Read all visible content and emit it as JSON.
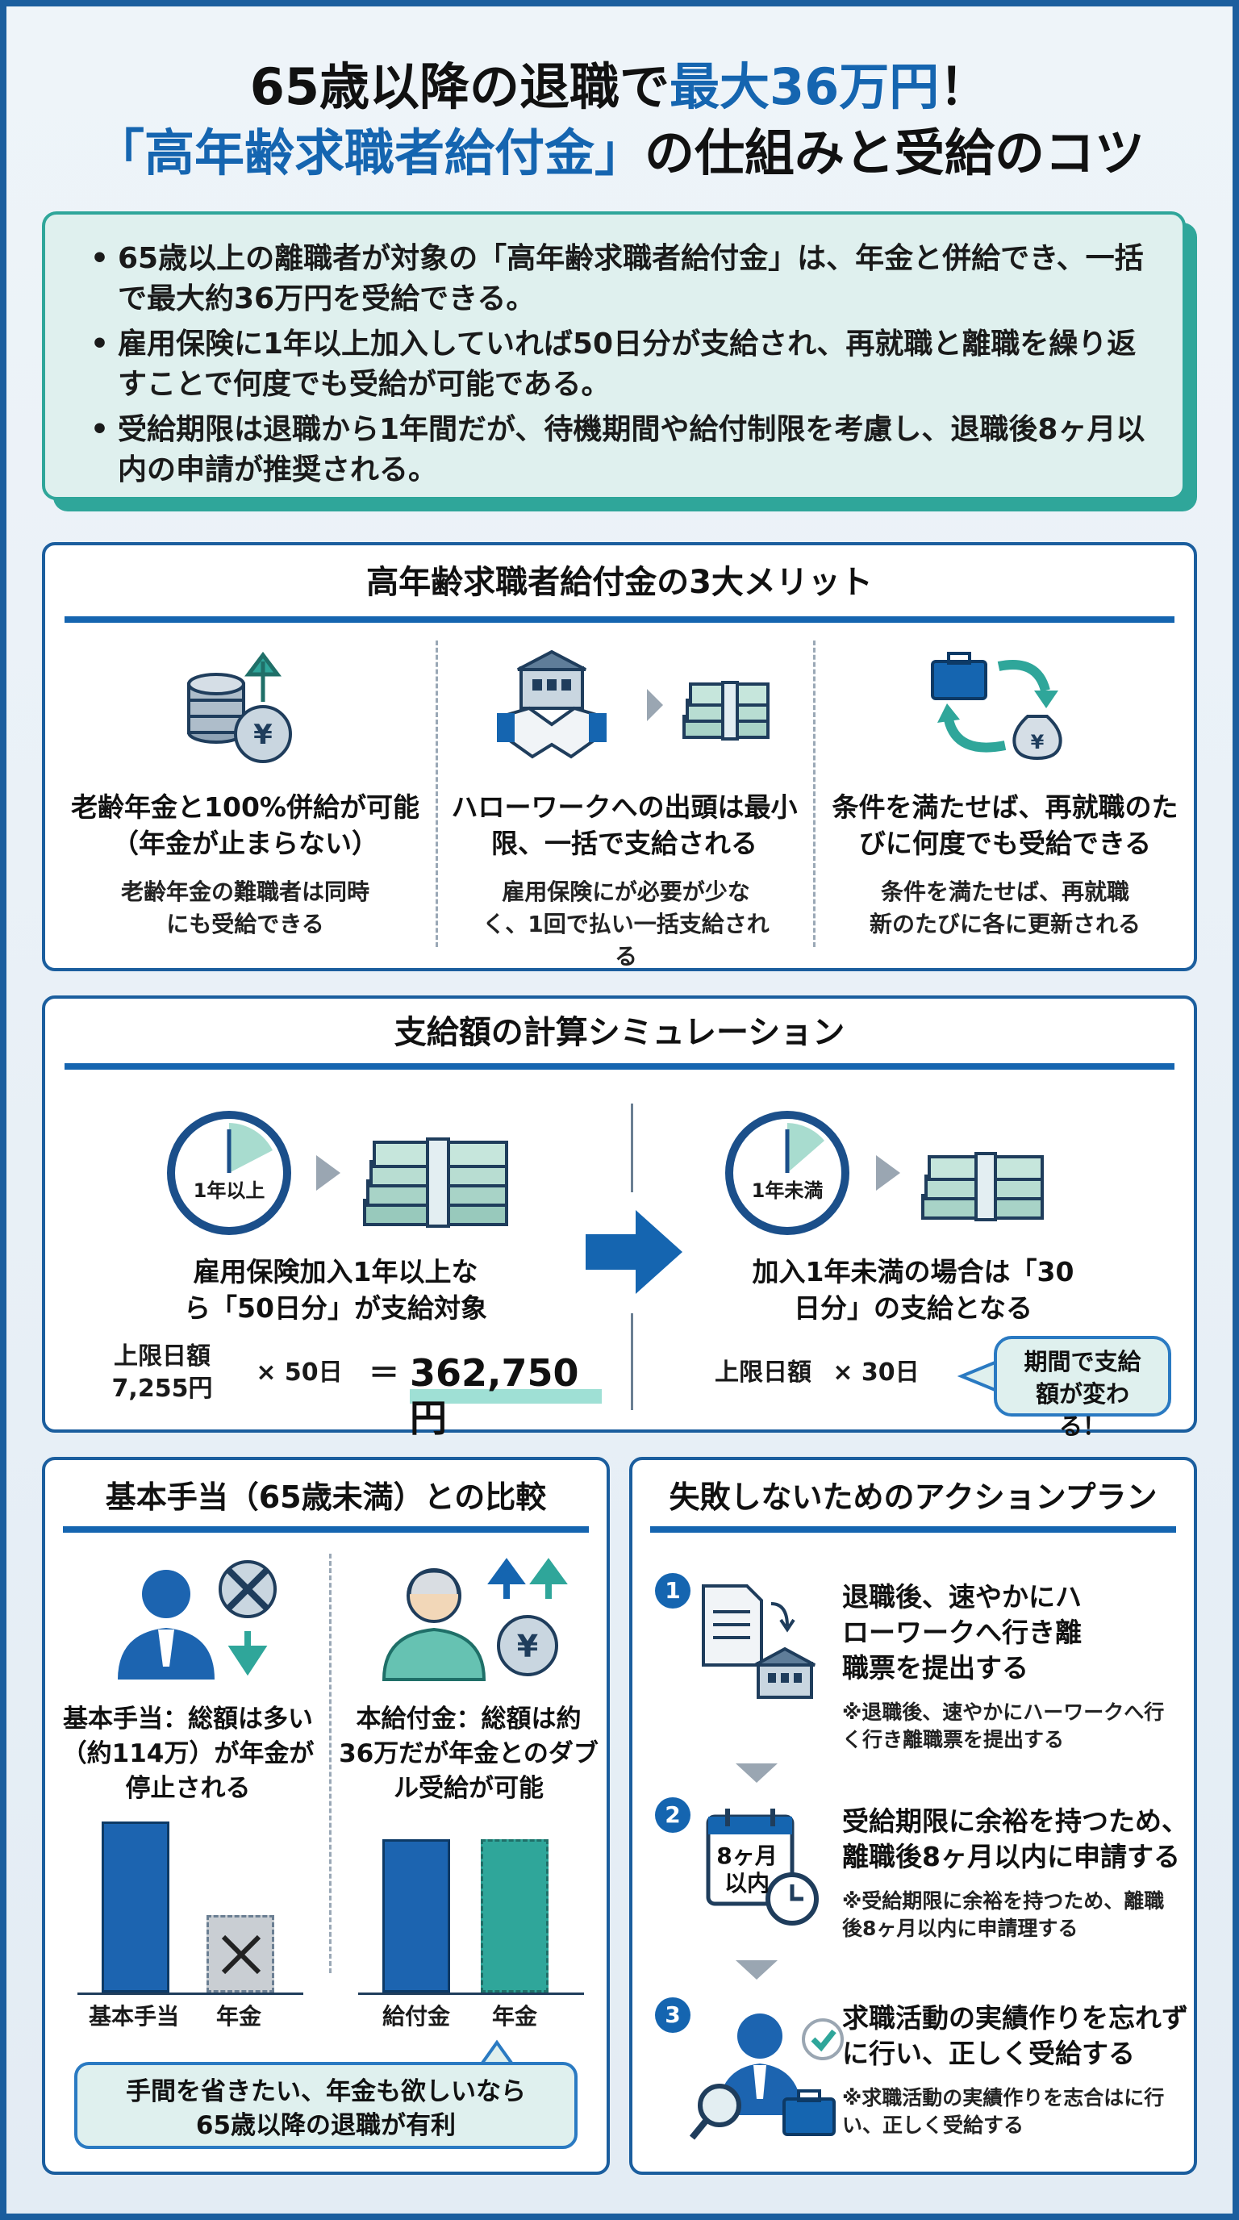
{
  "header": {
    "line1_a": "65歳以降の退職で",
    "line1_b": "最大36万円",
    "line1_c": "！",
    "line2_a": "「高年齢求職者給付金」",
    "line2_b": "の仕組みと受給のコツ"
  },
  "summary": {
    "bullets": [
      "65歳以上の離職者が対象の「高年齢求職者給付金」は、年金と併給でき、一括で最大約36万円を受給できる。",
      "雇用保険に1年以上加入していれば50日分が支給され、再就職と離職を繰り返すことで何度でも受給が可能である。",
      "受給期限は退職から1年間だが、待機期間や給付制限を考慮し、退職後8ヶ月以内の申請が推奨される。"
    ]
  },
  "merits": {
    "title": "高年齢求職者給付金の3大メリット",
    "items": [
      {
        "head": "老齢年金と100%併給が可能（年金が止まらない）",
        "sub": "老齢年金の難職者は同時にも受給できる",
        "icon": "coins-yen-up-icon"
      },
      {
        "head": "ハローワークへの出頭は最小限、一括で支給される",
        "sub": "雇用保険にが必要が少なく、1回で払い一括支給される",
        "icon": "handshake-office-money-icon"
      },
      {
        "head": "条件を満たせば、再就職のたびに何度でも受給できる",
        "sub": "条件を満たせば、再就職新⁠のたびに各に更新される",
        "icon": "briefcase-cycle-icon"
      }
    ]
  },
  "simulation": {
    "title": "支給額の計算シミュレーション",
    "left": {
      "clock_label": "1年以上",
      "desc": "雇用保険加入1年以上なら「50日分」が支給対象",
      "calc_label": "上限日額 7,255円",
      "times": "× 50日",
      "equals": "＝",
      "result": "362,750円"
    },
    "right": {
      "clock_label": "1年未満",
      "desc": "加入1年未満の場合は「30日分」の支給となる",
      "calc_label": "上限日額",
      "times": "× 30日",
      "callout": "期間で支給額が変わる！"
    }
  },
  "comparison": {
    "title": "基本手当（65歳未満）との比較",
    "left_text": "基本手当：総額は多い（約114万）が年金が停止される",
    "right_text": "本給付金：総額は約36万だが年金とのダブル受給が可能",
    "bars_left": [
      "基本手当",
      "年金"
    ],
    "bars_right": [
      "給付金",
      "年金"
    ],
    "colors": {
      "basic": "#1c64b0",
      "pension": "#2fa69a",
      "stopped": "#c9ced3"
    },
    "callout": "手間を省きたい、年金も欲しいなら65歳以降の退職が有利"
  },
  "actions": {
    "title": "失敗しないためのアクションプラン",
    "steps": [
      {
        "num": "1",
        "head": "退職後、速やかにハローワークへ行き離職票を提出する",
        "note": "※退職後、速やかにハーワークへ行く行き離職票を提出する",
        "icon": "document-office-icon"
      },
      {
        "num": "2",
        "head": "受給期限に余裕を持つため、離職後8ヶ月以内に申請する",
        "note": "※受給期限に余裕を持つため、離職後8ヶ月以内に申請理する",
        "icon": "calendar-clock-icon",
        "calendar_label": "8ヶ月以内"
      },
      {
        "num": "3",
        "head": "求職活動の実績作りを忘れずに行い、正しく受給する",
        "note": "※求職活動の実績作りを志合はに行い、正しく受給する",
        "icon": "person-magnifier-check-icon"
      }
    ]
  }
}
